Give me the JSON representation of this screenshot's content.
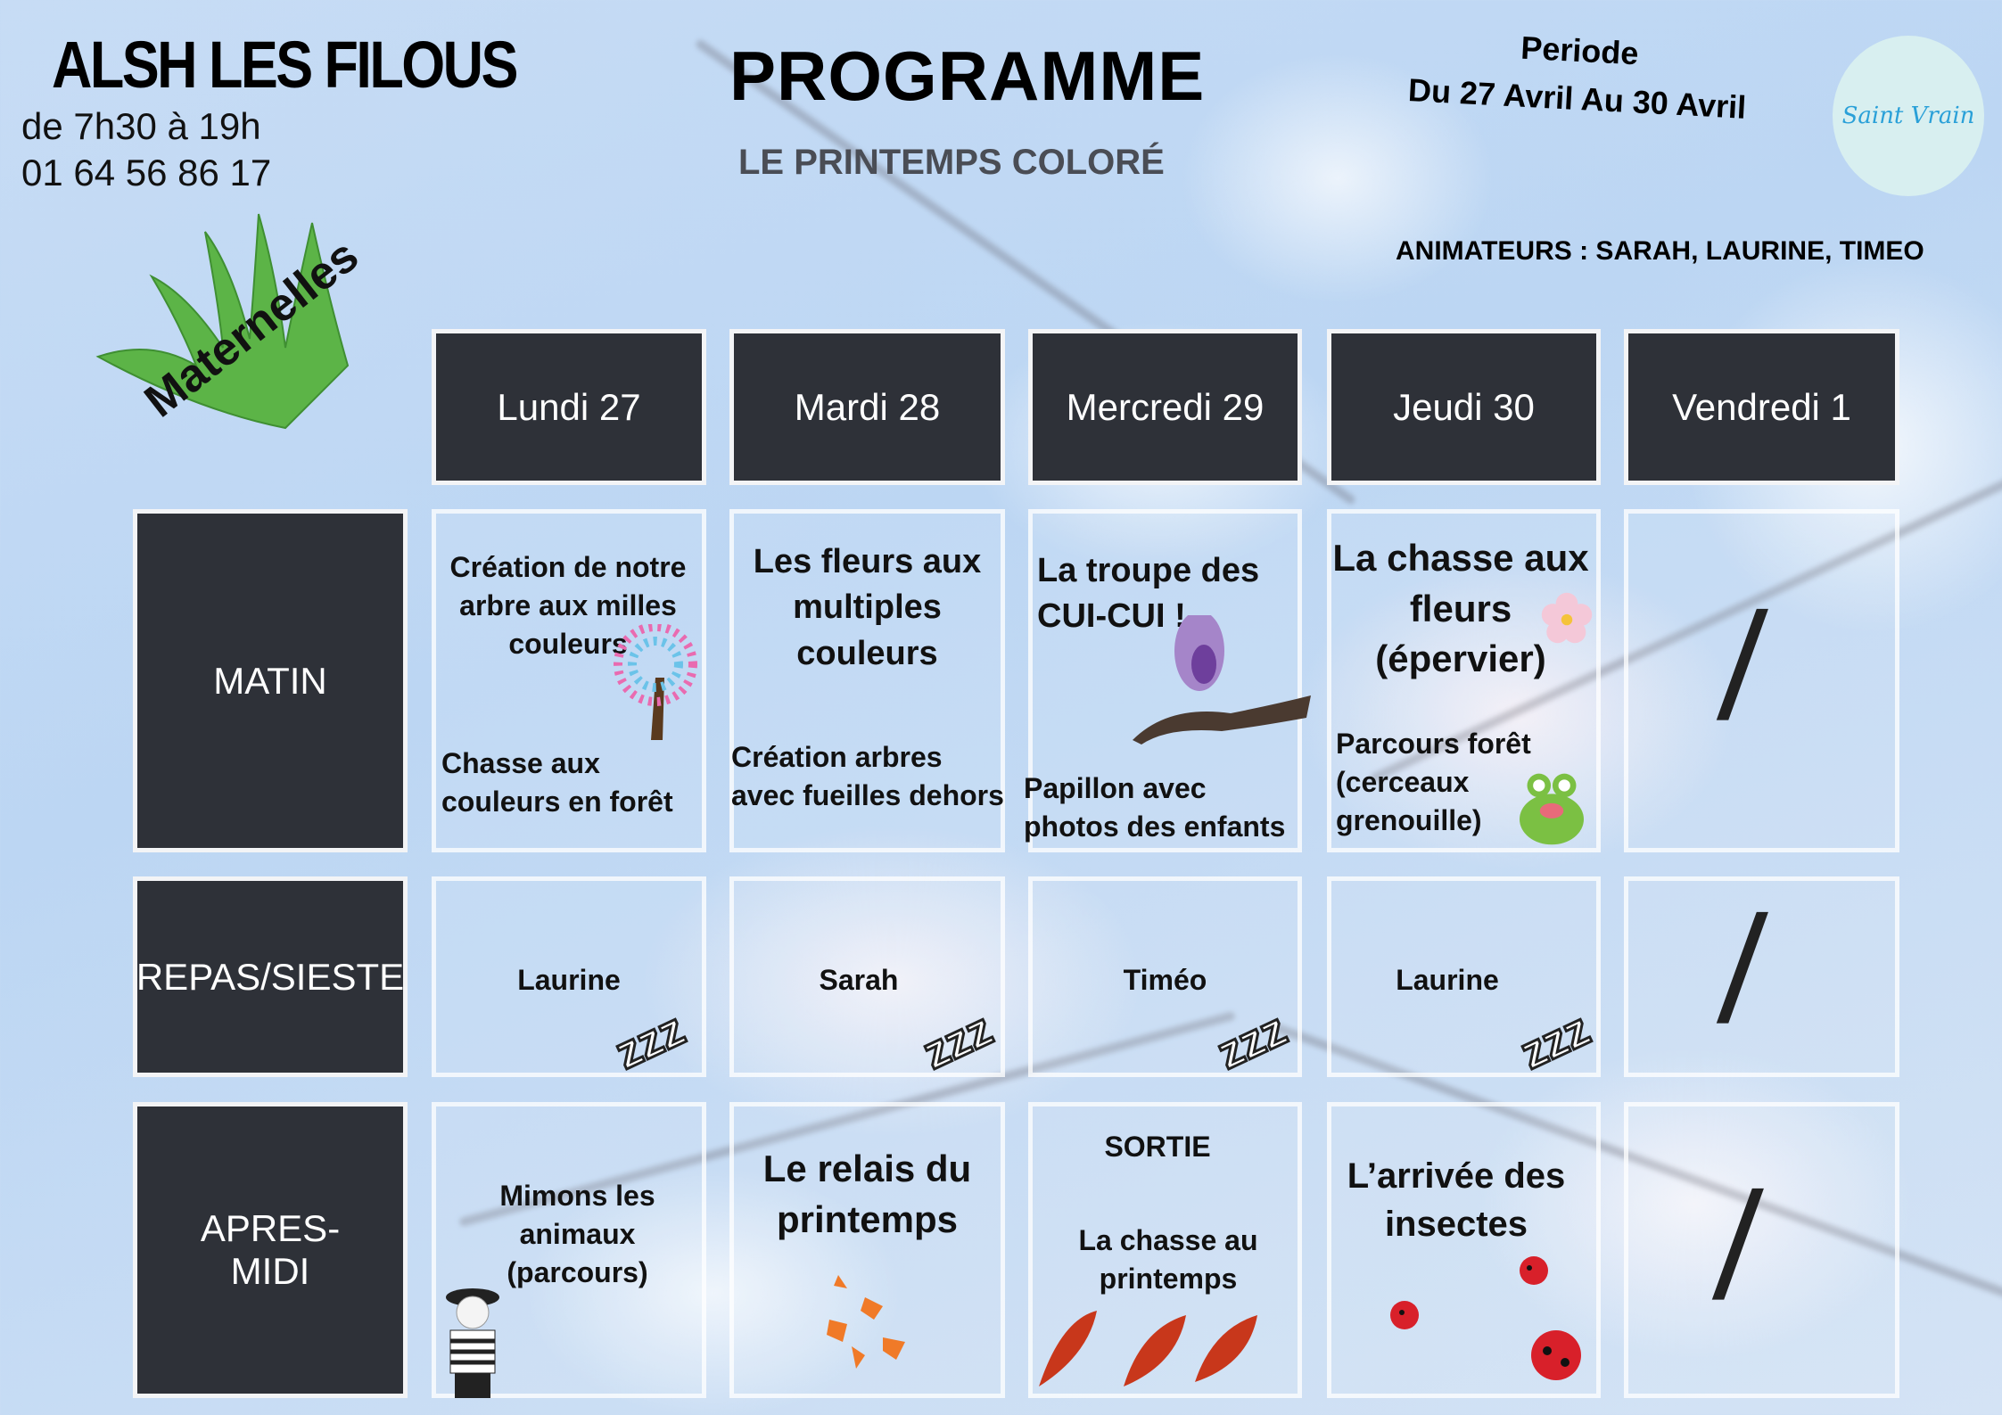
{
  "header": {
    "center_name": "ALSH LES FILOUS",
    "hours": "de 7h30 à 19h",
    "phone": "01 64 56 86 17",
    "title": "PROGRAMME",
    "theme": "LE PRINTEMPS COLORÉ",
    "period_label": "Periode",
    "period_dates": "Du 27 Avril Au 30 Avril",
    "animators": "ANIMATEURS : SARAH, LAURINE, TIMEO",
    "logo_text": "Saint Vrain",
    "age_group": "Maternelles"
  },
  "days": [
    "Lundi 27",
    "Mardi 28",
    "Mercredi 29",
    "Jeudi 30",
    "Vendredi 1"
  ],
  "periods": [
    "MATIN",
    "REPAS/SIESTE",
    "APRES-MIDI"
  ],
  "matin": {
    "lundi": [
      "Création de notre arbre aux milles couleurs",
      "Chasse aux couleurs en forêt"
    ],
    "mardi": [
      "Les fleurs aux multiples couleurs",
      "Création arbres avec fueilles dehors"
    ],
    "mercredi": [
      "La troupe des CUI-CUI !",
      "Papillon avec photos des enfants"
    ],
    "jeudi": [
      "La chasse aux fleurs (épervier)",
      "Parcours forêt (cerceaux grenouille)"
    ],
    "vendredi": "/"
  },
  "repas": [
    "Laurine",
    "Sarah",
    "Timéo",
    "Laurine",
    "/"
  ],
  "repas_icon": "zzz",
  "apres": {
    "lundi": "Mimons les animaux (parcours)",
    "mardi": "Le relais du printemps",
    "mercredi_title": "SORTIE",
    "mercredi": "La chasse au printemps",
    "jeudi": "L’arrivée des insectes",
    "vendredi": "/"
  }
}
